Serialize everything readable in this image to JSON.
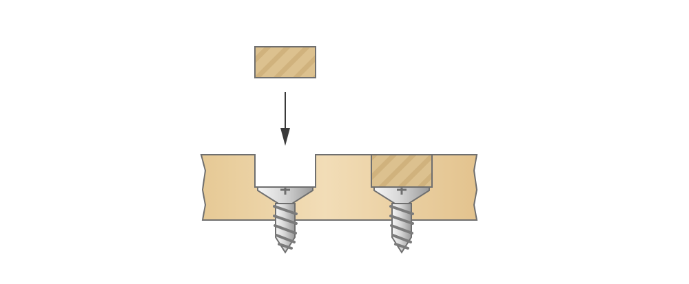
{
  "diagram": {
    "type": "technical-illustration",
    "subject": "plugging-screw-counterbore",
    "steps": [
      {
        "name": "insert-plug",
        "plug_state": "above-board",
        "has_arrow": true
      },
      {
        "name": "plug-installed",
        "plug_state": "seated-in-counterbore",
        "has_arrow": false
      }
    ],
    "colors": {
      "background": "#ffffff",
      "board_fill": "#e8cfa0",
      "board_edge": "#6f6f6f",
      "plug_face_end_grain": "#dcc18f",
      "plug_stripe": "#c7a66e",
      "screw_light": "#ededed",
      "screw_mid": "#bdbdbd",
      "screw_dark": "#6f6f6f",
      "arrow": "#3a3a3a"
    },
    "icons": {
      "screw_1": "wood-screw-icon",
      "screw_2": "wood-screw-icon",
      "plug_1": "wood-plug-icon",
      "plug_2": "wood-plug-icon",
      "arrow": "down-arrow-icon"
    }
  }
}
